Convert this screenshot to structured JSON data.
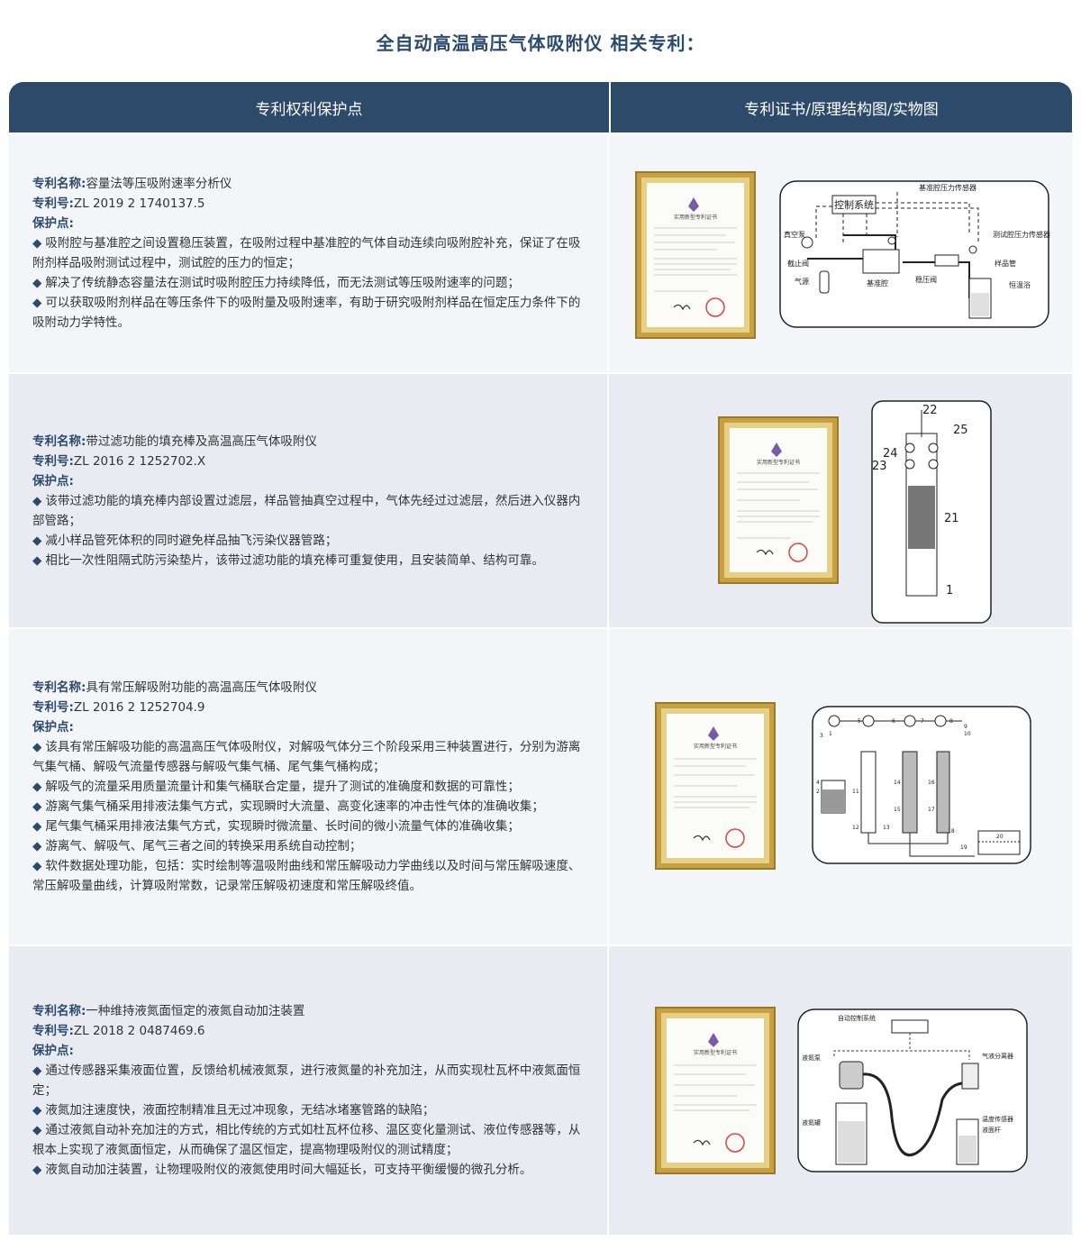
{
  "page": {
    "title": "全自动高温高压气体吸附仪 相关专利："
  },
  "header": {
    "col1": "专利权利保护点",
    "col2": "专利证书/原理结构图/实物图"
  },
  "labels": {
    "name": "专利名称:",
    "number": "专利号:",
    "points": "保护点:"
  },
  "certificate": {
    "title": "实用新型专利证书"
  },
  "patents": [
    {
      "name": "容量法等压吸附速率分析仪",
      "number": "ZL 2019 2 1740137.5",
      "points": [
        "吸附腔与基准腔之间设置稳压装置，在吸附过程中基准腔的气体自动连续向吸附腔补充，保证了在吸附剂样品吸附测试过程中，测试腔的压力的恒定；",
        "解决了传统静态容量法在测试时吸附腔压力持续降低，而无法测试等压吸附速率的问题；",
        "可以获取吸附剂样品在等压条件下的吸附量及吸附速率，有助于研究吸附剂样品在恒定压力条件下的吸附动力学特性。"
      ],
      "diagram_labels": [
        "控制系统",
        "基准腔压力传感器",
        "真空泵",
        "测试腔压力传感器",
        "截止阀",
        "样品管",
        "基准腔",
        "稳压阀",
        "恒温浴",
        "气源"
      ]
    },
    {
      "name": "带过滤功能的填充棒及高温高压气体吸附仪",
      "number": "ZL 2016 2 1252702.X",
      "points": [
        "该带过滤功能的填充棒内部设置过滤层，样品管抽真空过程中，气体先经过过滤层，然后进入仪器内部管路；",
        "减小样品管死体积的同时避免样品抽飞污染仪器管路；",
        "相比一次性阻隔式防污染垫片，该带过滤功能的填充棒可重复使用，且安装简单、结构可靠。"
      ],
      "diagram_labels": [
        "22",
        "25",
        "24",
        "23",
        "21",
        "1"
      ]
    },
    {
      "name": "具有常压解吸附功能的高温高压气体吸附仪",
      "number": "ZL 2016 2 1252704.9",
      "points": [
        "该具有常压解吸功能的高温高压气体吸附仪，对解吸气体分三个阶段采用三种装置进行，分别为游离气集气桶、解吸气流量传感器与解吸气集气桶、尾气集气桶构成；",
        "解吸气的流量采用质量流量计和集气桶联合定量，提升了测试的准确度和数据的可靠性；",
        "游离气集气桶采用排液法集气方式，实现瞬时大流量、高变化速率的冲击性气体的准确收集；",
        "尾气集气桶采用排液法集气方式，实现瞬时微流量、长时间的微小流量气体的准确收集；",
        "游离气、解吸气、尾气三者之间的转换采用系统自动控制；",
        "软件数据处理功能，包括：实时绘制等温吸附曲线和常压解吸动力学曲线以及时间与常压解吸速度、常压解吸量曲线，计算吸附常数，记录常压解吸初速度和常压解吸终值。"
      ],
      "diagram_labels": [
        "1",
        "2",
        "3",
        "4",
        "5",
        "6",
        "7",
        "8",
        "9",
        "10",
        "11",
        "12",
        "13",
        "14",
        "15",
        "16",
        "17",
        "18",
        "19",
        "20"
      ]
    },
    {
      "name": "一种维持液氮面恒定的液氮自动加注装置",
      "number": "ZL 2018 2 0487469.6",
      "points": [
        "通过传感器采集液面位置，反馈给机械液氮泵，进行液氮量的补充加注，从而实现杜瓦杯中液氮面恒定；",
        "液氮加注速度快，液面控制精准且无过冲现象，无结冰堵塞管路的缺陷；",
        "通过液氮自动补充加注的方式，相比传统的方式如杜瓦杯位移、温区变化量测试、液位传感器等，从根本上实现了液氮面恒定，从而确保了温区恒定，提高物理吸附仪的测试精度；",
        "液氮自动加注装置，让物理吸附仪的液氮使用时间大幅延长，可支持平衡缓慢的微孔分析。"
      ],
      "diagram_labels": [
        "自动控制系统",
        "液氮泵",
        "气液分离器",
        "液氮罐",
        "温度传感器",
        "液面杆"
      ]
    }
  ]
}
